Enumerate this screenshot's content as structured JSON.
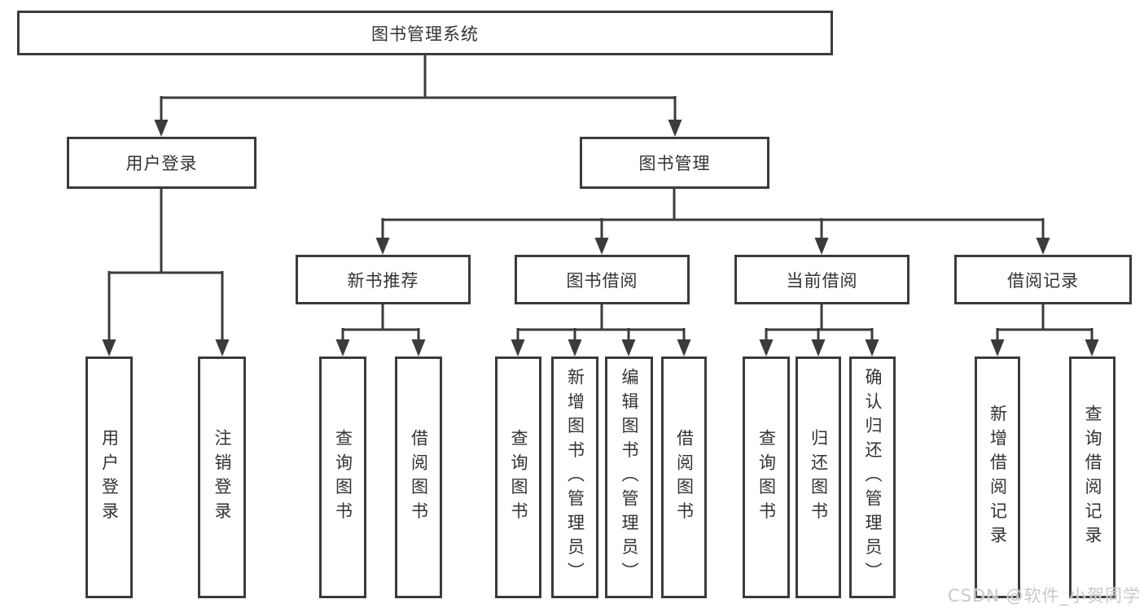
{
  "root": {
    "label": "图书管理系统"
  },
  "level2": [
    {
      "label": "用户登录",
      "children": [
        {
          "label": "用户登录"
        },
        {
          "label": "注销登录"
        }
      ]
    },
    {
      "label": "图书管理",
      "children": [
        {
          "label": "新书推荐",
          "children": [
            {
              "label": "查询图书"
            },
            {
              "label": "借阅图书"
            }
          ]
        },
        {
          "label": "图书借阅",
          "children": [
            {
              "label": "查询图书"
            },
            {
              "label": "新增图书（管理员）"
            },
            {
              "label": "编辑图书（管理员）"
            },
            {
              "label": "借阅图书"
            }
          ]
        },
        {
          "label": "当前借阅",
          "children": [
            {
              "label": "查询图书"
            },
            {
              "label": "归还图书"
            },
            {
              "label": "确认归还（管理员）"
            }
          ]
        },
        {
          "label": "借阅记录",
          "children": [
            {
              "label": "新增借阅记录"
            },
            {
              "label": "查询借阅记录"
            }
          ]
        }
      ]
    }
  ],
  "watermark": "CSDN @软件_小贺同学",
  "colors": {
    "line": "#3b3b3b",
    "text": "#333333",
    "watermark": "#c9c9c9",
    "background": "#ffffff"
  }
}
